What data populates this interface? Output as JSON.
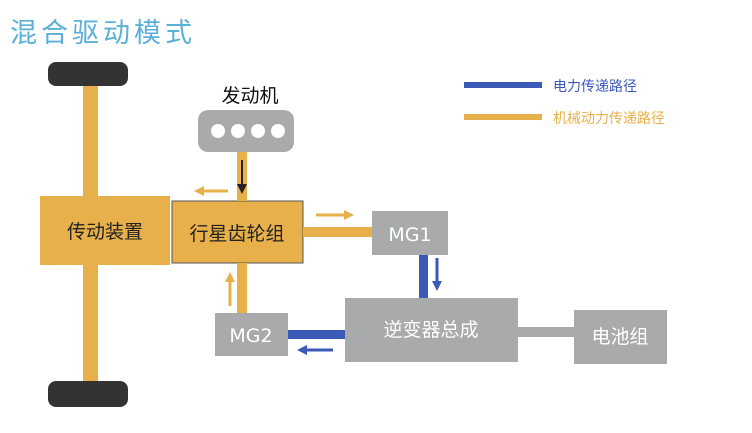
{
  "title": "混合驱动模式",
  "legend": {
    "electric": {
      "label": "电力传递路径",
      "color": "#3b5ab8"
    },
    "mechanical": {
      "label": "机械动力传递路径",
      "color": "#e8b04b"
    }
  },
  "nodes": {
    "engine": "发动机",
    "transmission": "传动装置",
    "planetary": "行星齿轮组",
    "mg1": "MG1",
    "mg2": "MG2",
    "inverter": "逆变器总成",
    "battery": "电池组"
  },
  "colors": {
    "title": "#5bb0d8",
    "box_gray": "#a9aaab",
    "box_orange": "#e8b04b",
    "shaft": "#e8b04b",
    "wheel": "#333333",
    "arrow_orange": "#e8b04b",
    "arrow_blue": "#3b5ab8",
    "arrow_black": "#222222"
  }
}
